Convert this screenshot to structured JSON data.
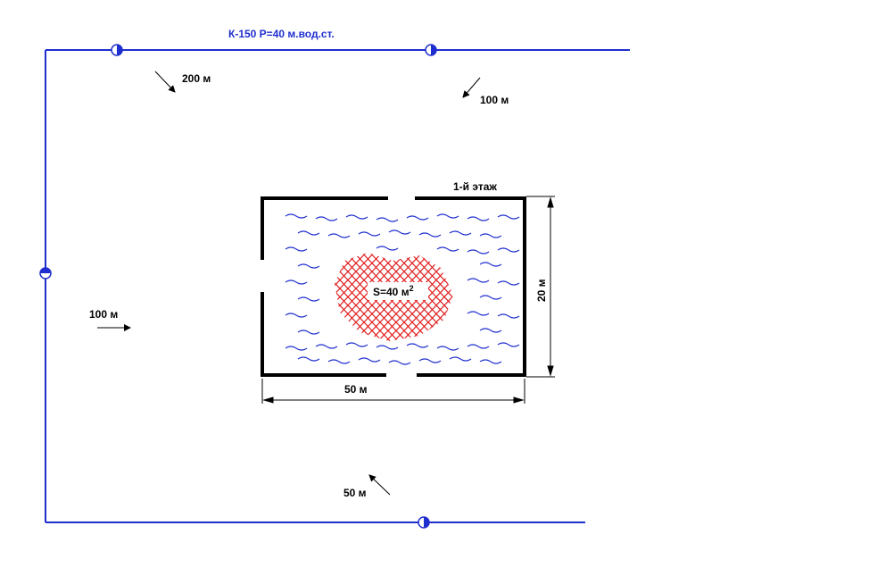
{
  "network": {
    "main_label": "К-150 Р=40 м.вод.ст.",
    "pipe_color": "#1f2fcf"
  },
  "distances": {
    "top_left": "200 м",
    "top_right": "100 м",
    "left": "100 м",
    "bottom": "50 м"
  },
  "building": {
    "floor_label": "1-й этаж",
    "width_label": "50 м",
    "height_label": "20 м",
    "fire_area_label": "S=40 м",
    "fire_area_superscript": "2",
    "fire_color": "#e02020",
    "smoke_color": "#1f2fcf"
  }
}
